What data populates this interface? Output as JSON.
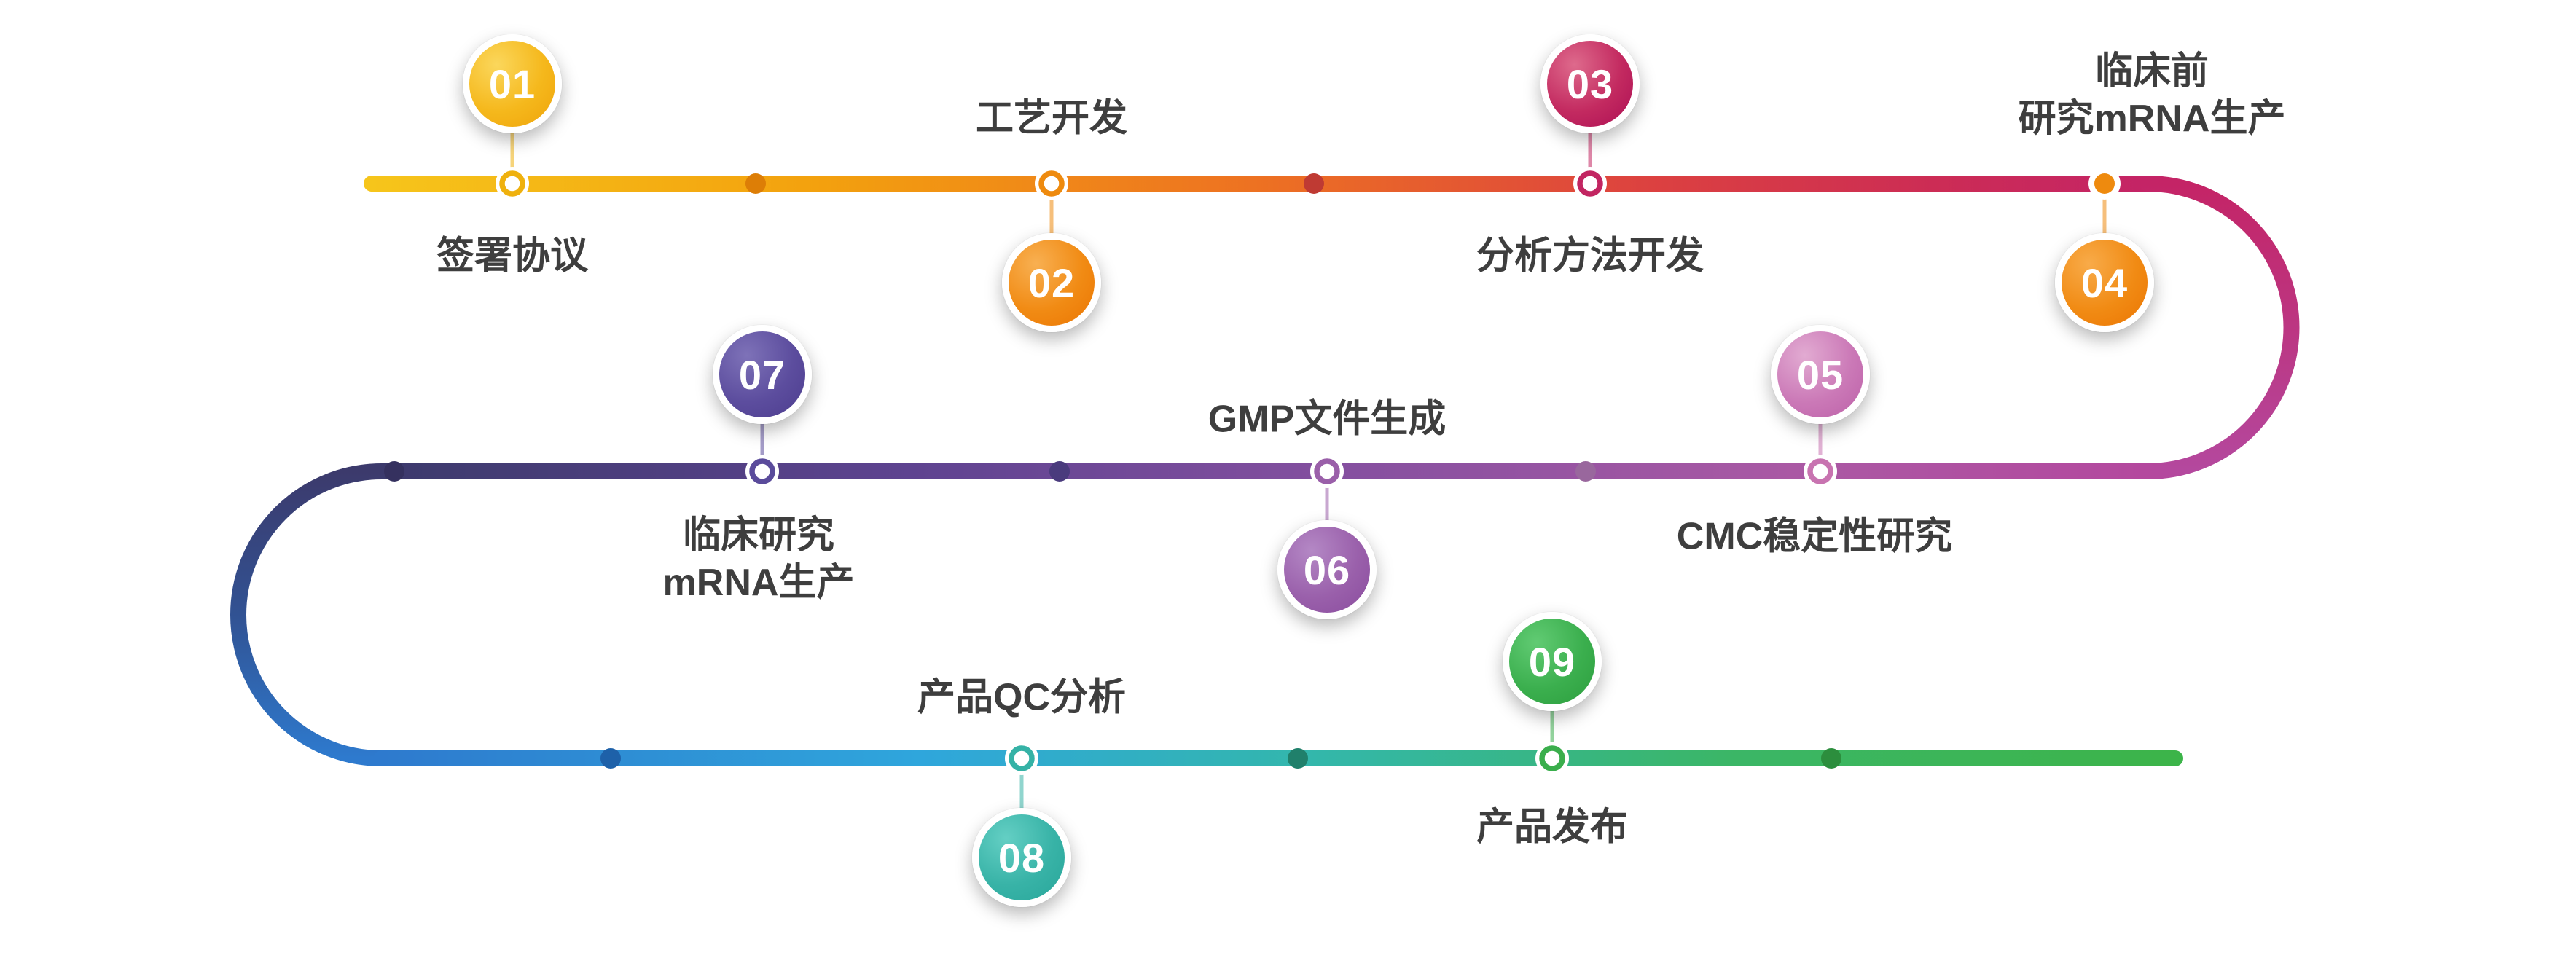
{
  "steps": [
    {
      "number": "01",
      "label": "签署协议",
      "color": "#EFB10E"
    },
    {
      "number": "02",
      "label": "工艺开发",
      "color": "#EE8A0E"
    },
    {
      "number": "03",
      "label": "分析方法开发",
      "color": "#C22561"
    },
    {
      "number": "04",
      "label": "临床前\n研究mRNA生产",
      "color": "#EE8A0E"
    },
    {
      "number": "05",
      "label": "CMC稳定性研究",
      "color": "#C873B0"
    },
    {
      "number": "06",
      "label": "GMP文件生成",
      "color": "#9A5FA9"
    },
    {
      "number": "07",
      "label": "临床研究\nmRNA生产",
      "color": "#5A4B9B"
    },
    {
      "number": "08",
      "label": "产品QC分析",
      "color": "#35B2A6"
    },
    {
      "number": "09",
      "label": "产品发布",
      "color": "#3AAE4C"
    }
  ],
  "palette": {
    "track_row1_start": "#F6C51B",
    "track_row1_end": "#C42466",
    "track_row2_left": "#3C3A6C",
    "track_row2_right": "#B4489E",
    "track_row3_start": "#2E7ACE",
    "track_row3_end": "#3CB449",
    "label_text": "#3E3E3E",
    "background": "#FFFFFF"
  }
}
